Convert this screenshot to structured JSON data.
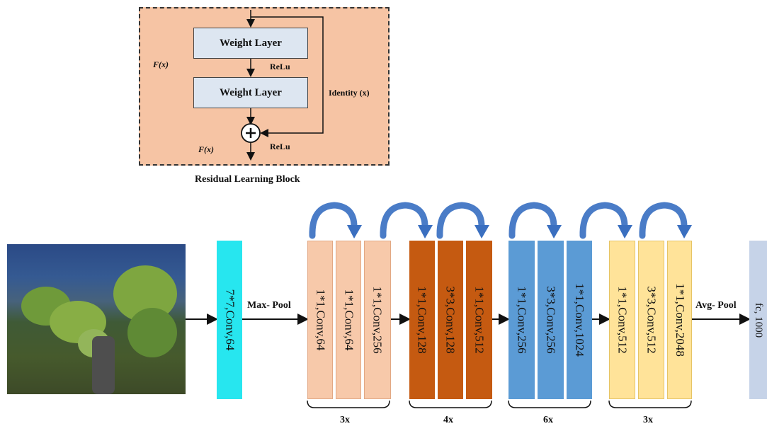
{
  "residual_block": {
    "caption": "Residual Learning Block",
    "weight_layer_1": "Weight Layer",
    "weight_layer_2": "Weight Layer",
    "relu_1": "ReLu",
    "relu_2": "ReLu",
    "fx_left": "F(x)",
    "fx_bottom": "F(x)",
    "identity": "Identity (x)",
    "plus_symbol": "+"
  },
  "pipeline": {
    "first_conv": "7*7,Conv,64",
    "max_pool": "Max- Pool",
    "avg_pool": "Avg- Pool",
    "fc": "fc, 1000",
    "stages": [
      {
        "repeat": "3x",
        "color": "#f7c9aa",
        "layers": [
          "1*1,Conv,64",
          "1*1,Conv,64",
          "1*1,Conv,256"
        ]
      },
      {
        "repeat": "4x",
        "color": "#c55a11",
        "layers": [
          "1*1,Conv,128",
          "3*3,Conv,128",
          "1*1,Conv,512"
        ]
      },
      {
        "repeat": "6x",
        "color": "#5b9bd5",
        "layers": [
          "1*1,Conv,256",
          "3*3,Conv,256",
          "1*1,Conv,1024"
        ]
      },
      {
        "repeat": "3x",
        "color": "#ffe399",
        "layers": [
          "1*1,Conv,512",
          "3*3,Conv,512",
          "1*1,Conv,2048"
        ]
      }
    ]
  },
  "colors": {
    "block_bg": "#f6c4a4",
    "weight_layer": "#dde6f1",
    "first_conv": "#27e6ef",
    "fc": "#c6d3e8",
    "skip_arrow": "#4472c4"
  }
}
